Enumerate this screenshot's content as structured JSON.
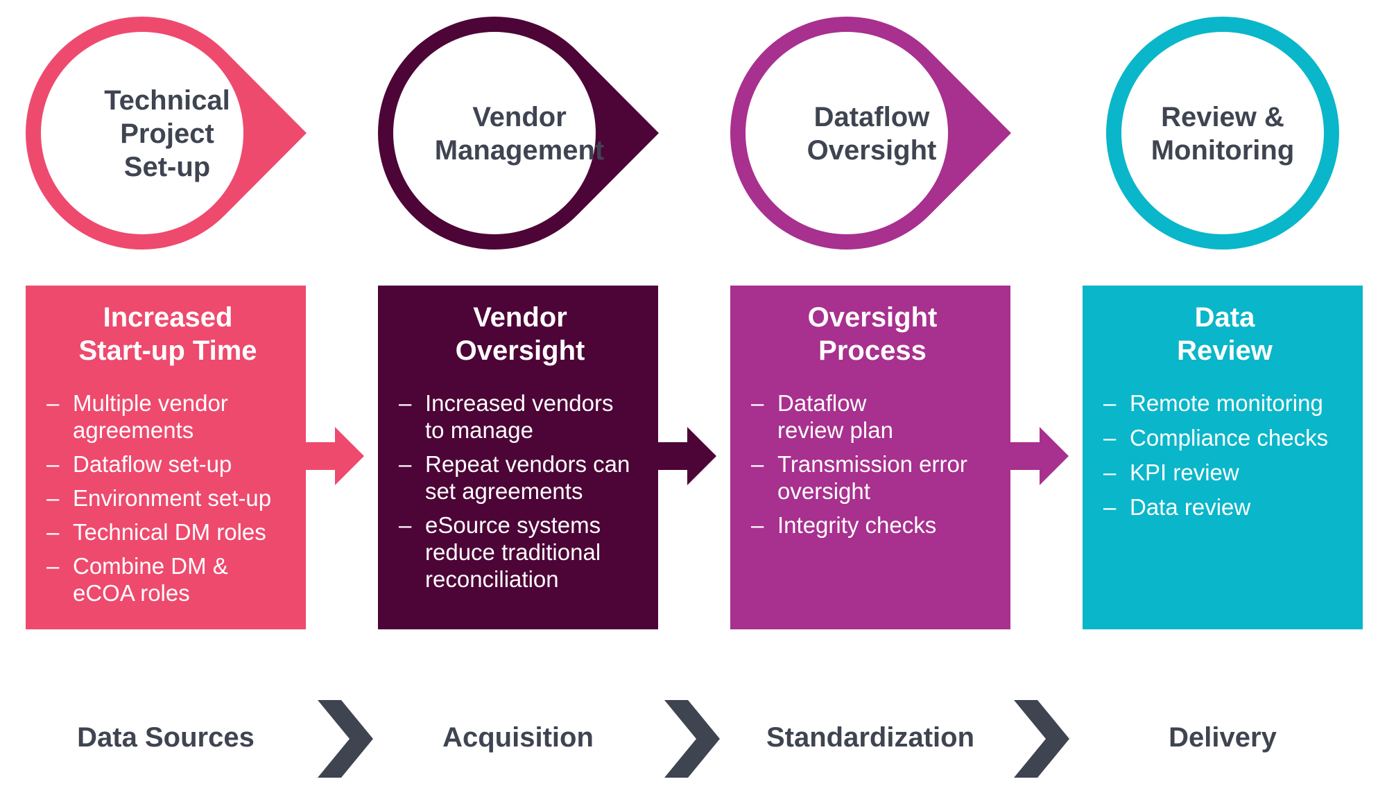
{
  "stages": [
    {
      "pin_label": "Technical\nProject\nSet-up",
      "card_title": "Increased\nStart-up Time",
      "bullets": [
        "Multiple vendor\nagreements",
        "Dataflow set-up",
        "Environment set-up",
        "Technical DM roles",
        "Combine DM &\neCOA roles"
      ],
      "footer": "Data Sources",
      "color": "#ee4a6e"
    },
    {
      "pin_label": "Vendor\nManagement",
      "card_title": "Vendor\nOversight",
      "bullets": [
        "Increased vendors\nto manage",
        "Repeat vendors can\nset agreements",
        "eSource systems\nreduce traditional\nreconciliation"
      ],
      "footer": "Acquisition",
      "color": "#4d0437"
    },
    {
      "pin_label": "Dataflow\nOversight",
      "card_title": "Oversight\nProcess",
      "bullets": [
        "Dataflow\nreview plan",
        "Transmission error\noversight",
        "Integrity checks"
      ],
      "footer": "Standardization",
      "color": "#a8308e"
    },
    {
      "pin_label": "Review &\nMonitoring",
      "card_title": "Data\nReview",
      "bullets": [
        "Remote monitoring",
        "Compliance checks",
        "KPI review",
        "Data review"
      ],
      "footer": "Delivery",
      "color": "#0ab6c9"
    }
  ],
  "bullet_marker": "–",
  "colors": {
    "chevron": "#3f4451",
    "text_dark": "#3f4451",
    "card_text": "#ffffff",
    "pin_fill": "#ffffff"
  }
}
